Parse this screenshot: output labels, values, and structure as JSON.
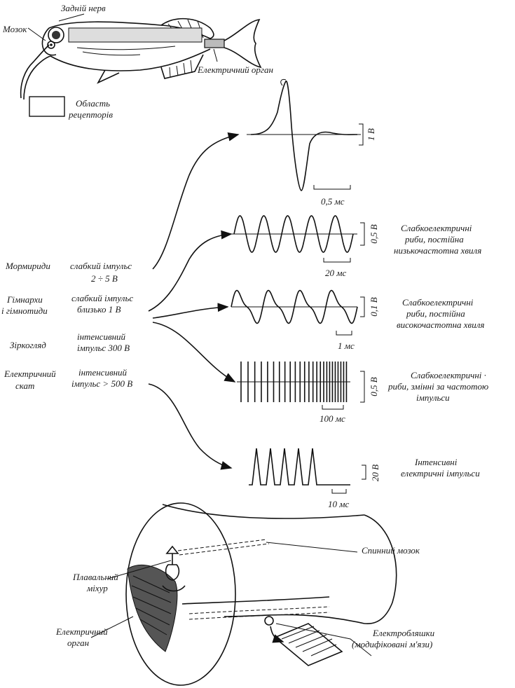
{
  "fish_top": {
    "brain": "Мозок",
    "rear_nerve": "Задній нерв",
    "electric_organ": "Електричний орган",
    "legend_line1": "Область",
    "legend_line2": "рецепторів"
  },
  "signals": [
    {
      "scale": "1 В",
      "time": "0,5 мс",
      "desc": []
    },
    {
      "scale": "0,5 В",
      "time": "20 мс",
      "desc": [
        "Слабкоелектричні",
        "риби, постійна",
        "низькочастотна хвиля"
      ]
    },
    {
      "scale": "0,1 В",
      "time": "1 мс",
      "desc": [
        "Слабкоелектричні",
        "риби, постійна",
        "високочастотна хвиля"
      ]
    },
    {
      "scale": "0,5 В",
      "time": "100 мс",
      "desc": [
        "Слабкоелектричні ·",
        "риби, змінні за частотою",
        "імпульси"
      ]
    },
    {
      "scale": "20 В",
      "time": "10 мс",
      "desc": [
        "Інтенсивні",
        "електричні імпульси"
      ]
    }
  ],
  "fish_groups": [
    {
      "name": [
        "Мормириди"
      ],
      "impulse": [
        "слабкий  імпульс",
        "2 ÷ 5 В"
      ]
    },
    {
      "name": [
        "Гімнархи",
        "і гімнотиди"
      ],
      "impulse": [
        "слабкий імпульс",
        "близько 1 В"
      ]
    },
    {
      "name": [
        "Зіркогляд"
      ],
      "impulse": [
        "інтенсивний",
        "імпульс 300 В"
      ]
    },
    {
      "name": [
        "Електричний",
        "скат"
      ],
      "impulse": [
        "інтенсивний",
        "імпульс > 500 В"
      ]
    }
  ],
  "anatomy": {
    "spinal_cord": "Спинний мозок",
    "swim_bladder_1": "Плавальний",
    "swim_bladder_2": "міхур",
    "organ_1": "Електричний",
    "organ_2": "орган",
    "electroplax_1": "Електробляшки",
    "electroplax_2": "(модифіковані м'язи)"
  }
}
